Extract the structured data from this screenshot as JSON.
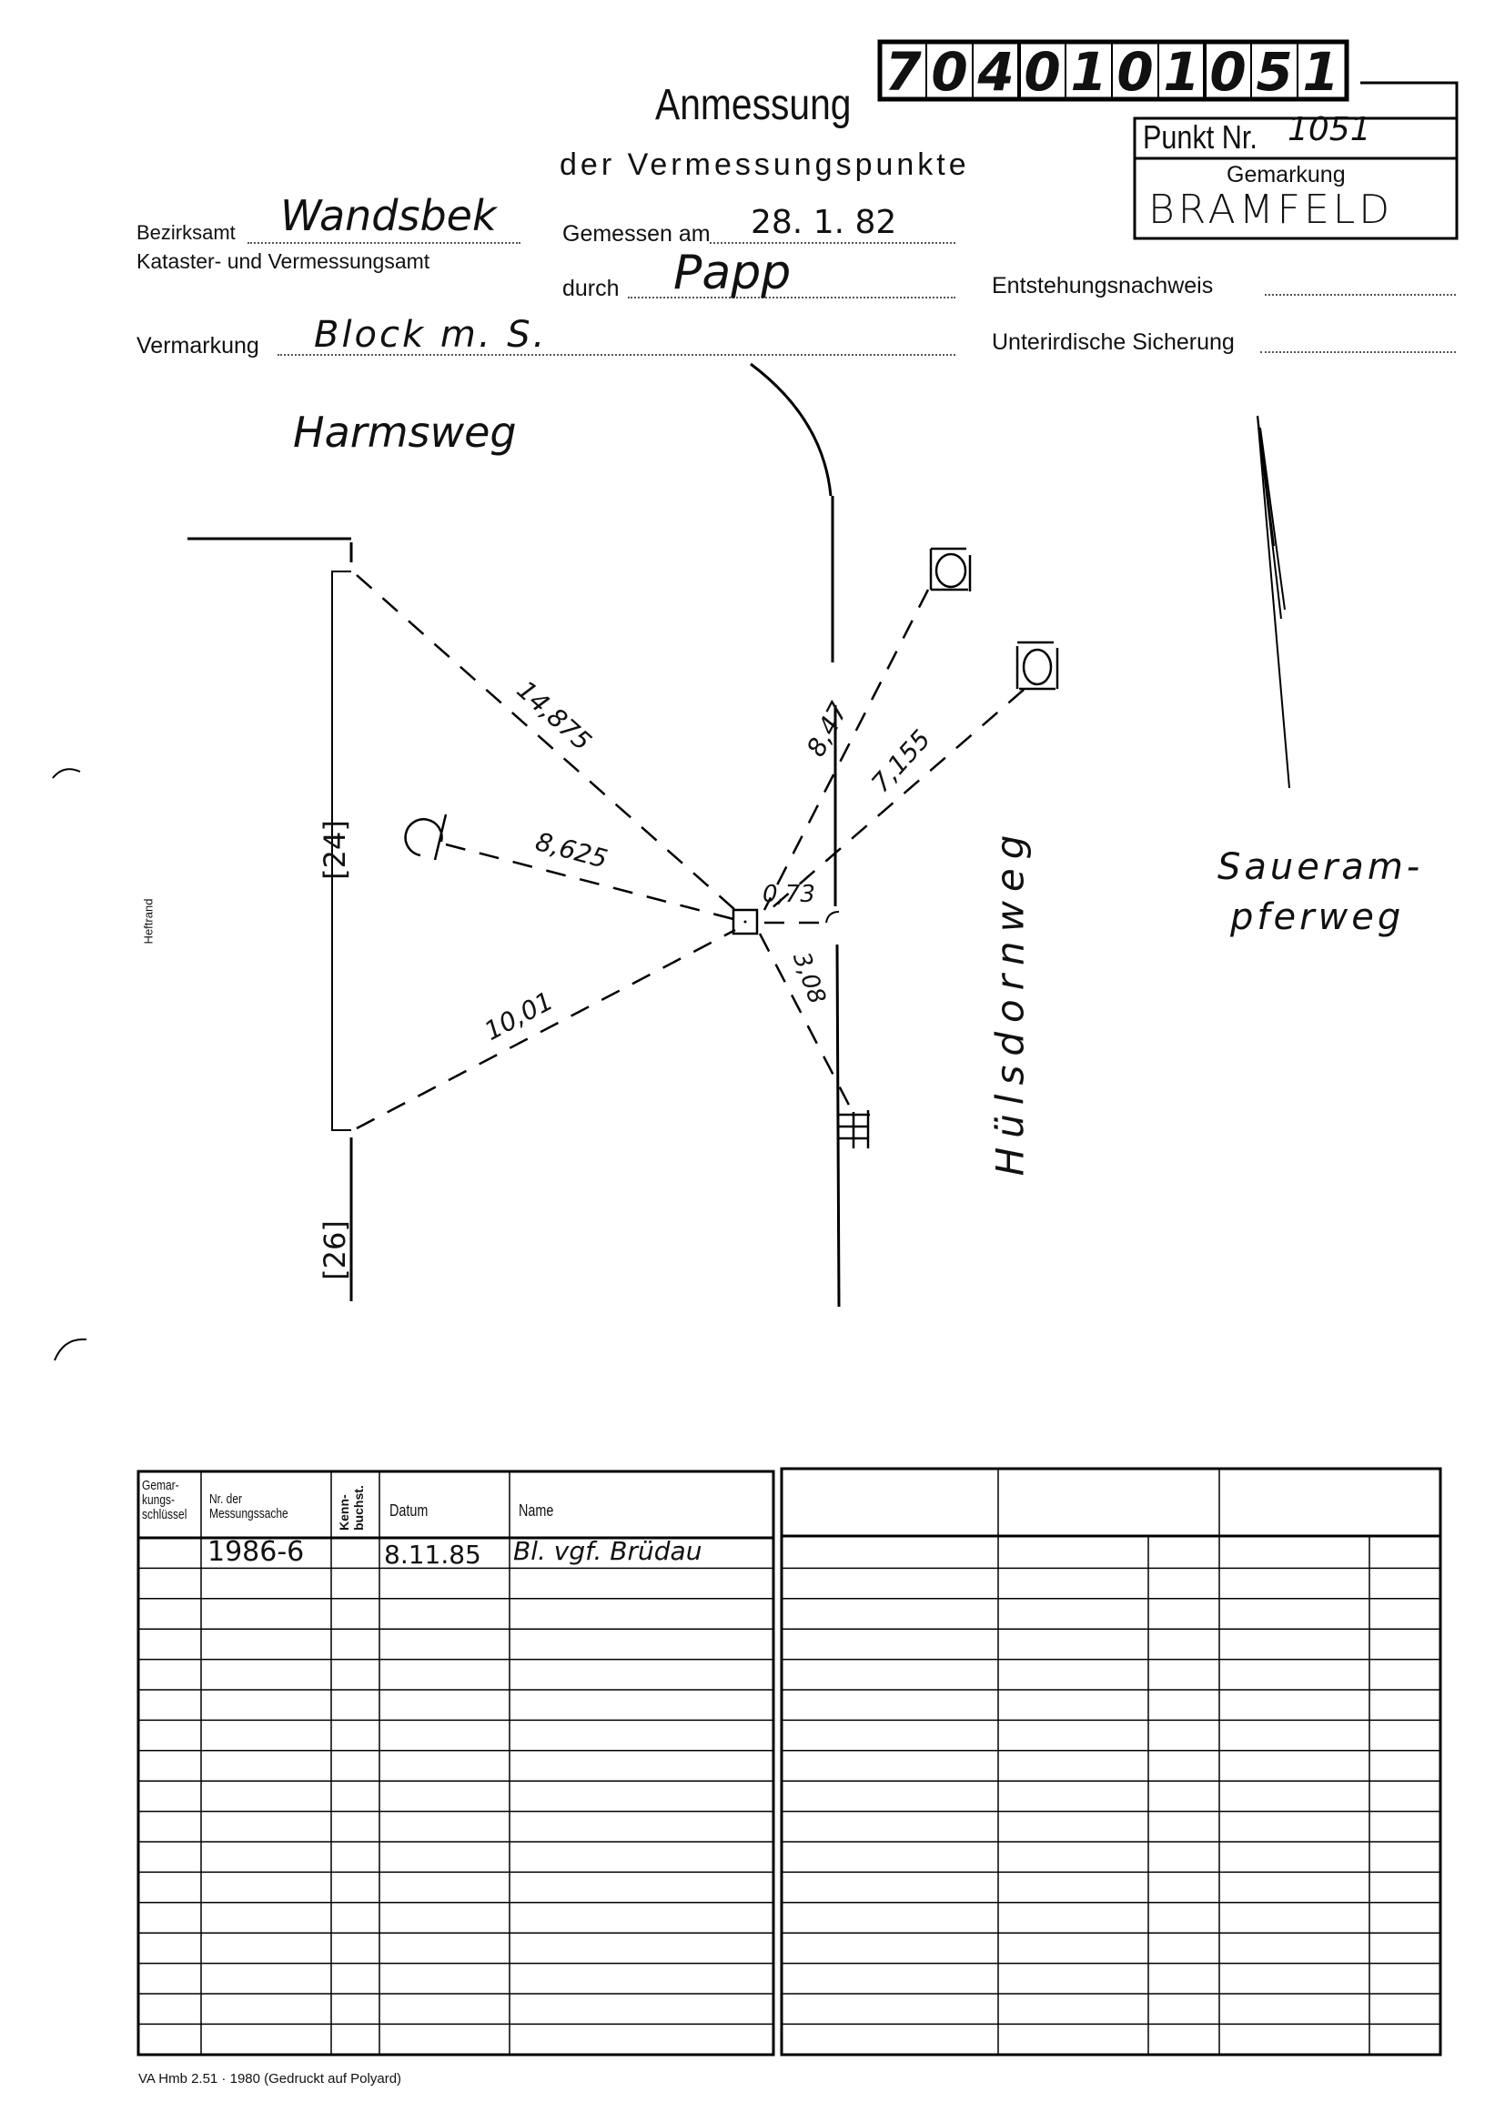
{
  "header": {
    "number_digits": [
      "7",
      "0",
      "4",
      "0",
      "1",
      "0",
      "1",
      "0",
      "5",
      "1"
    ],
    "title": "Anmessung",
    "subtitle": "der Vermessungspunkte",
    "punkt_label": "Punkt Nr.",
    "punkt_value": "1051",
    "gemarkung_label": "Gemarkung",
    "gemarkung_value": "BRAMFELD"
  },
  "form": {
    "bezirksamt_label": "Bezirksamt",
    "bezirksamt_value": "Wandsbek",
    "kataster_label": "Kataster- und Vermessungsamt",
    "gemessen_label": "Gemessen am",
    "gemessen_value": "28. 1. 82",
    "durch_label": "durch",
    "durch_value": "Papp",
    "vermarkung_label": "Vermarkung",
    "vermarkung_value": "Block m. S.",
    "entstehung_label": "Entstehungsnachweis",
    "sicherung_label": "Unterirdische Sicherung"
  },
  "sketch": {
    "street_top": "Harmsweg",
    "street_right": "Hülsdornweg",
    "street_far_right_1": "Saueram-",
    "street_far_right_2": "pferweg",
    "bracket_24": "[24]",
    "bracket_26": "[26]",
    "margin_label": "Heftrand",
    "measurements": {
      "m1": "14,875",
      "m2": "8,625",
      "m3": "10,01",
      "m4": "8,47",
      "m5": "7,155",
      "m6": "0,73",
      "m7": "3,08"
    }
  },
  "table": {
    "headers": [
      "Gemar-\nkungs-\nschlüssel",
      "Nr. der\nMessungssache",
      "Kenn-\nbuchst.",
      "Datum",
      "Name"
    ],
    "rows": [
      {
        "schluessel": "",
        "nr": "1986-6",
        "kenn": "",
        "datum": "8.11.85",
        "name": "Bl. vgf. Brüdau"
      }
    ]
  },
  "footer": "VA Hmb 2.51 · 1980 (Gedruckt auf Polyard)"
}
